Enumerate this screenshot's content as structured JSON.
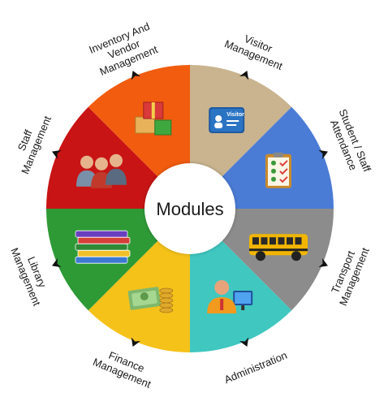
{
  "center": {
    "title": "Modules"
  },
  "modules": [
    {
      "key": "visitor",
      "lines": [
        "Visitor",
        "Management"
      ],
      "color": "#C9B48F",
      "icon": "visitor-badge-icon",
      "badge_text": "Visitor"
    },
    {
      "key": "attendance",
      "lines": [
        "Student / Staff",
        "Attendance"
      ],
      "color": "#4A7CD6",
      "icon": "clipboard-checklist-icon"
    },
    {
      "key": "transport",
      "lines": [
        "Transport",
        "Management"
      ],
      "color": "#8C8C8C",
      "icon": "school-bus-icon"
    },
    {
      "key": "administration",
      "lines": [
        "Administration"
      ],
      "color": "#3FC7C0",
      "icon": "administrator-icon"
    },
    {
      "key": "finance",
      "lines": [
        "Finance",
        "Management"
      ],
      "color": "#F5C21A",
      "icon": "money-coins-icon"
    },
    {
      "key": "library",
      "lines": [
        "Library",
        "Management"
      ],
      "color": "#2E9A36",
      "icon": "books-stack-icon"
    },
    {
      "key": "staff",
      "lines": [
        "Staff",
        "Management"
      ],
      "color": "#C81414",
      "icon": "staff-group-icon"
    },
    {
      "key": "inventory",
      "lines": [
        "Inventory And",
        "Vendor",
        "Management"
      ],
      "color": "#F25C0F",
      "icon": "inventory-boxes-icon"
    }
  ]
}
